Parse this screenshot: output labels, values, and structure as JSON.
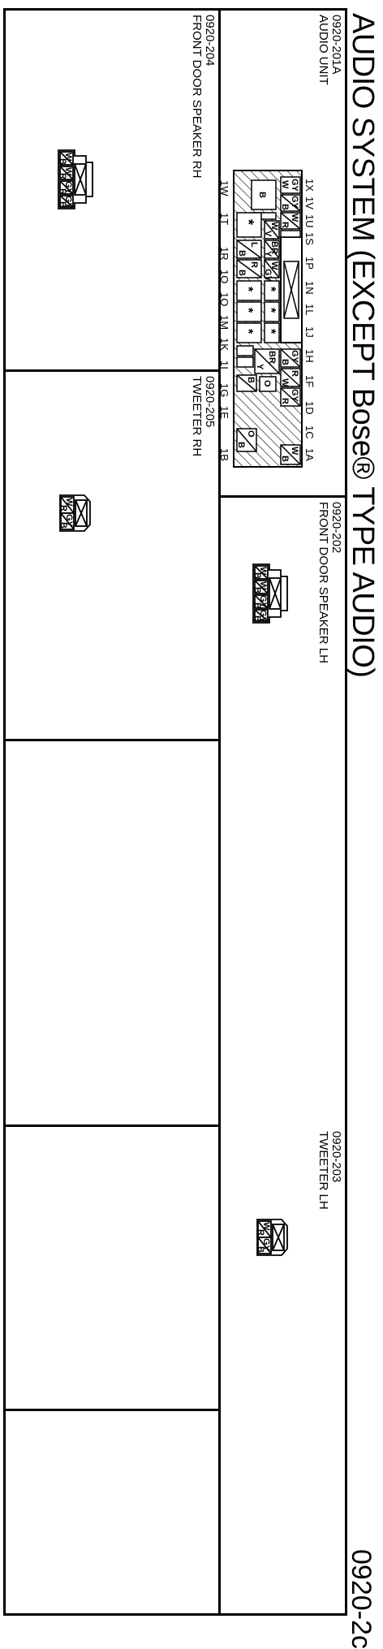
{
  "title": "AUDIO SYSTEM (EXCEPT Bose® TYPE AUDIO)",
  "page_code": "0920-2c",
  "connectors": [
    {
      "id": "0920-201A",
      "name": "AUDIO UNIT"
    },
    {
      "id": "0920-202",
      "name": "FRONT DOOR SPEAKER LH"
    },
    {
      "id": "0920-203",
      "name": "TWEETER LH"
    },
    {
      "id": "0920-204",
      "name": "FRONT DOOR SPEAKER RH"
    },
    {
      "id": "0920-205",
      "name": "TWEETER RH"
    }
  ],
  "audio_unit": {
    "top_pins": [
      "1X",
      "1V",
      "1U",
      "1S",
      "1P",
      "1N",
      "1L",
      "1J",
      "1H",
      "1F",
      "1D",
      "1C",
      "1A"
    ],
    "bottom_pins": [
      "1W",
      "1T",
      "1R",
      "1Q",
      "1O",
      "1M",
      "1K",
      "1I",
      "1G",
      "1E",
      "1B"
    ],
    "wires": {
      "x_gy": "GY",
      "x_w": "W",
      "v_gy": "GY",
      "v_b": "B",
      "u_w": "W",
      "u_r": "R",
      "s_w": "W",
      "s_v": "V",
      "l_br": "BR",
      "l_y": "Y",
      "l_l": "L",
      "l_b": "B",
      "j_w": "W",
      "j_gy": "GY",
      "f_gy": "GY",
      "f_b": "B",
      "d_r": "R",
      "d_w": "W",
      "c_gy": "GY",
      "c_r": "R",
      "a_w": "W",
      "a_b": "B",
      "mid_br": "BR",
      "mid_y": "Y",
      "mid_r": "R",
      "bottom_b1": "B",
      "bottom_o1": "O",
      "bottom_b2": "B",
      "bottom_o2": "O",
      "big_b": "B",
      "star": "*"
    }
  },
  "speaker_lh": [
    "W",
    "B",
    "W",
    "B",
    "GY",
    "B",
    "GY",
    "B"
  ],
  "speaker_rh": [
    "W",
    "B",
    "W",
    "R",
    "GY",
    "R",
    "GY",
    "B"
  ],
  "tweeter_lh": [
    "W",
    "R",
    "GY",
    "B"
  ],
  "tweeter_rh": [
    "W",
    "R",
    "GY",
    "B"
  ]
}
